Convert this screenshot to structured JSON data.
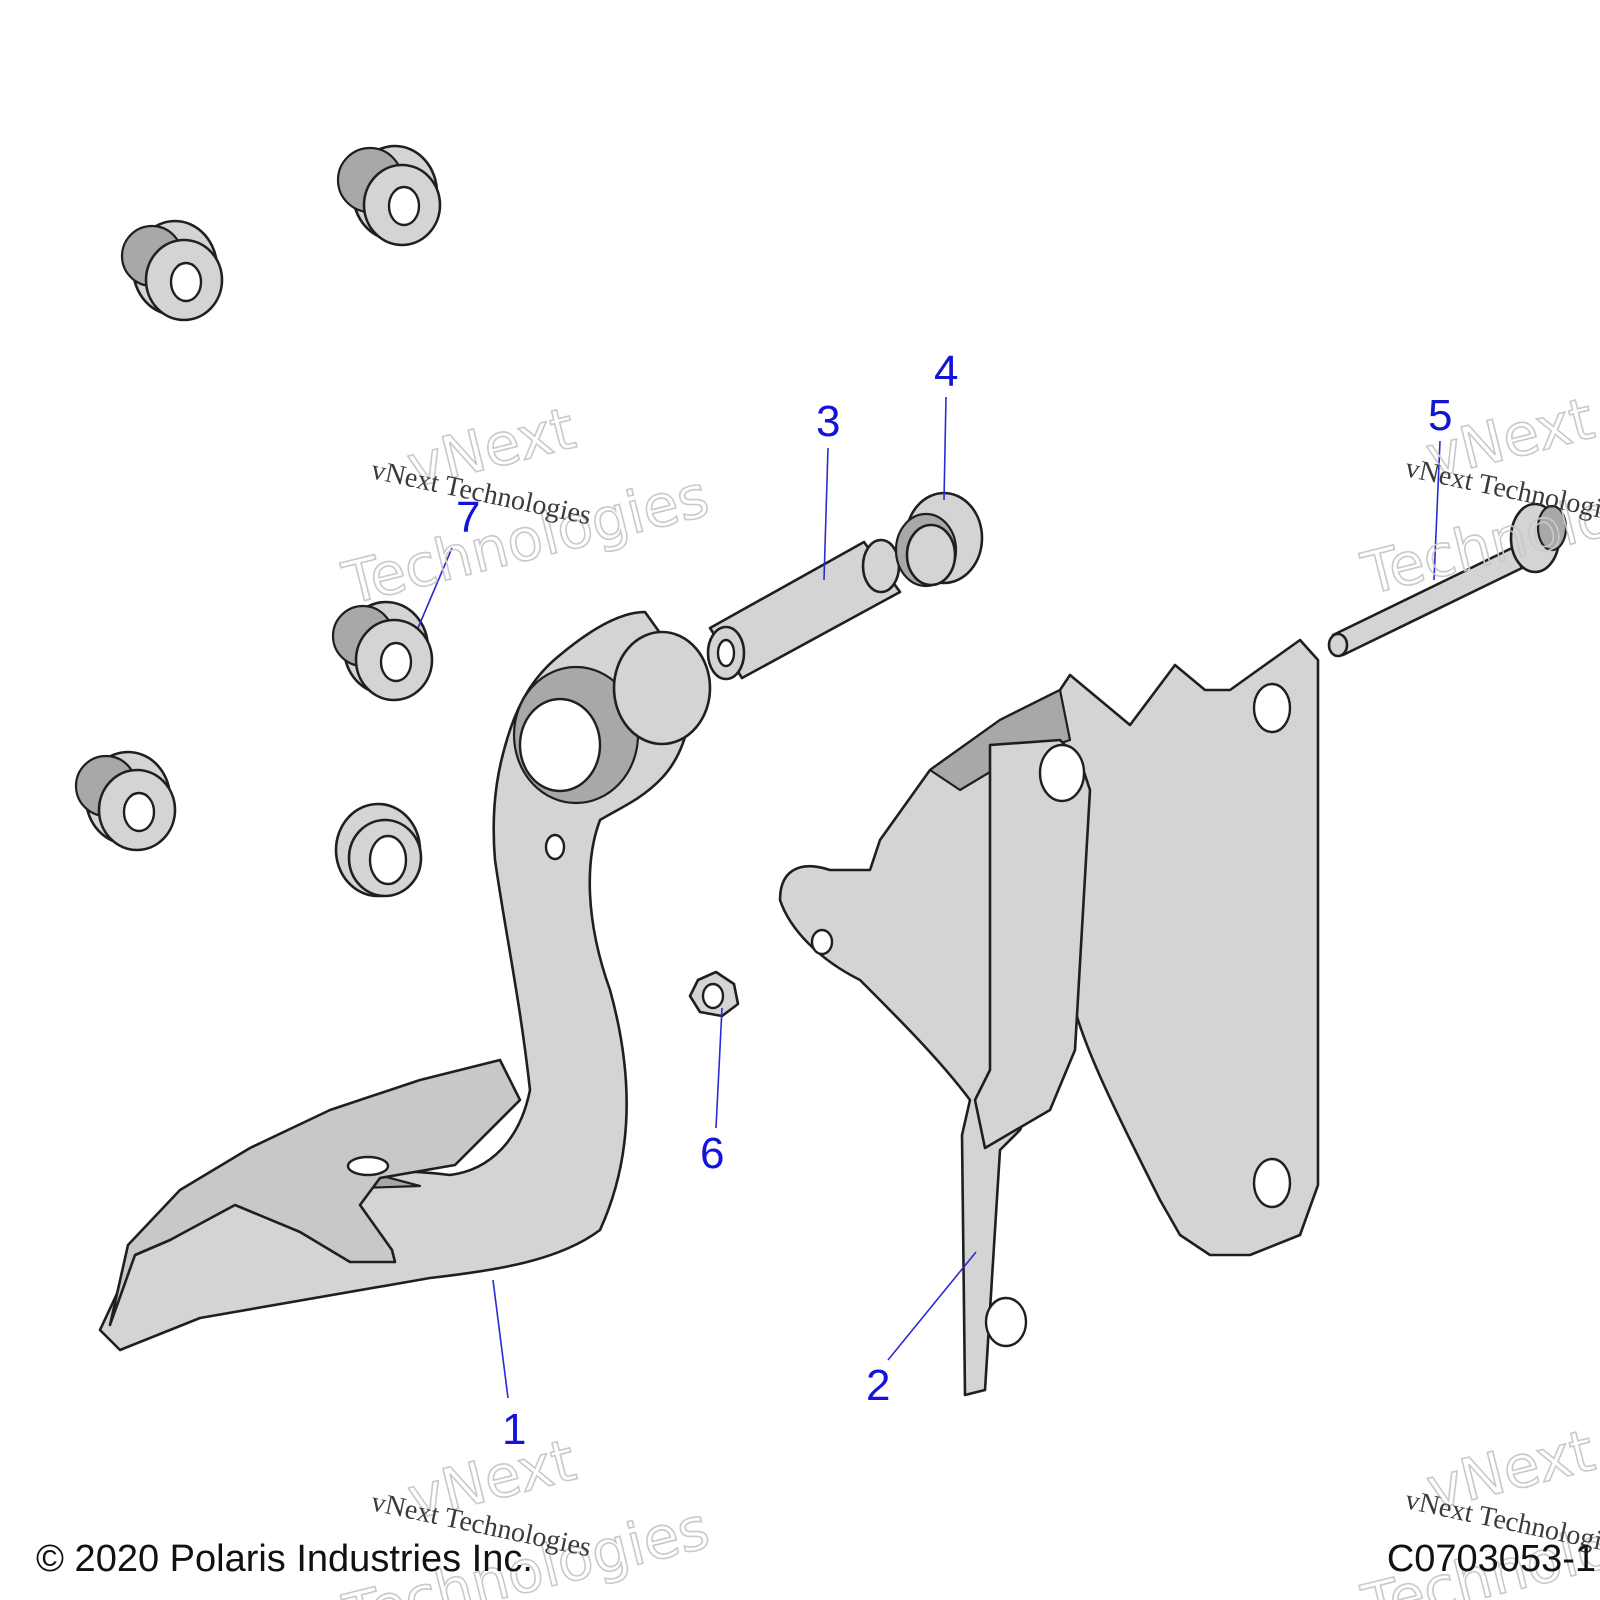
{
  "callouts": [
    {
      "id": "callout-1",
      "label": "1"
    },
    {
      "id": "callout-2",
      "label": "2"
    },
    {
      "id": "callout-3",
      "label": "3"
    },
    {
      "id": "callout-4",
      "label": "4"
    },
    {
      "id": "callout-5",
      "label": "5"
    },
    {
      "id": "callout-6",
      "label": "6"
    },
    {
      "id": "callout-7",
      "label": "7"
    }
  ],
  "watermark": {
    "small": "vNext Technologies",
    "big_line1": "vNext",
    "big_line2": "Technologies"
  },
  "footer": {
    "copyright": "© 2020 Polaris Industries Inc.",
    "figure_id": "C0703053-1"
  },
  "colors": {
    "callout": "#1414d8",
    "part_fill": "#d4d4d4",
    "outline": "#1f1f1f"
  }
}
